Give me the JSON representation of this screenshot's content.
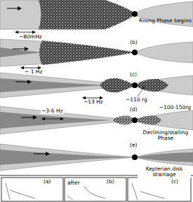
{
  "diagram": {
    "labels": [
      "Rising Phase begins",
      "~80mHz",
      "(b)",
      "~ 1 Hz",
      "(c)",
      "~13 Hz",
      "~110 rg",
      "(d)",
      "~3-6 Hz",
      "~100-150rg",
      "Declining/stalling Phase",
      "(e)",
      "Keplerian disk drainage",
      "(a)",
      "after",
      "(b)",
      "(c)"
    ]
  }
}
